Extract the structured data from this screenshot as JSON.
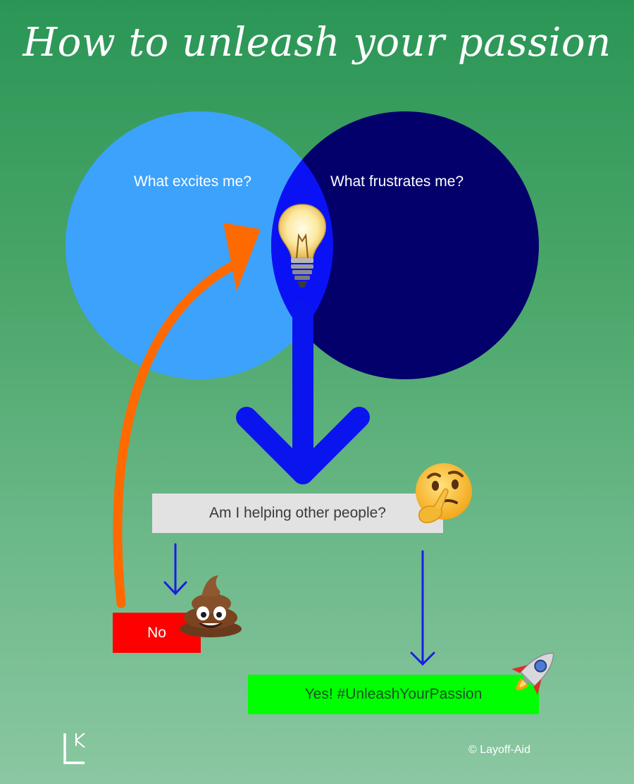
{
  "title": "How to unleash your passion",
  "diagram": {
    "circle_left": {
      "label": "What excites me?",
      "color": "#3da2fb"
    },
    "circle_right": {
      "label": "What frustrates me?",
      "color": "#03006b"
    },
    "intersection_color": "#0a12f5",
    "decision": {
      "label": "Am I helping other people?"
    },
    "outcome_no": {
      "label": "No",
      "color": "#ff0000"
    },
    "outcome_yes": {
      "label": "Yes! #UnleashYourPassion",
      "color": "#00ff00"
    },
    "arrow_colors": {
      "down": "#0a14ee",
      "loop": "#ff6a00"
    },
    "icons": [
      "lightbulb-icon",
      "thinking-face-icon",
      "poop-icon",
      "rocket-icon"
    ]
  },
  "footer": {
    "logo_letters": "LK",
    "copyright": "© Layoff-Aid"
  }
}
